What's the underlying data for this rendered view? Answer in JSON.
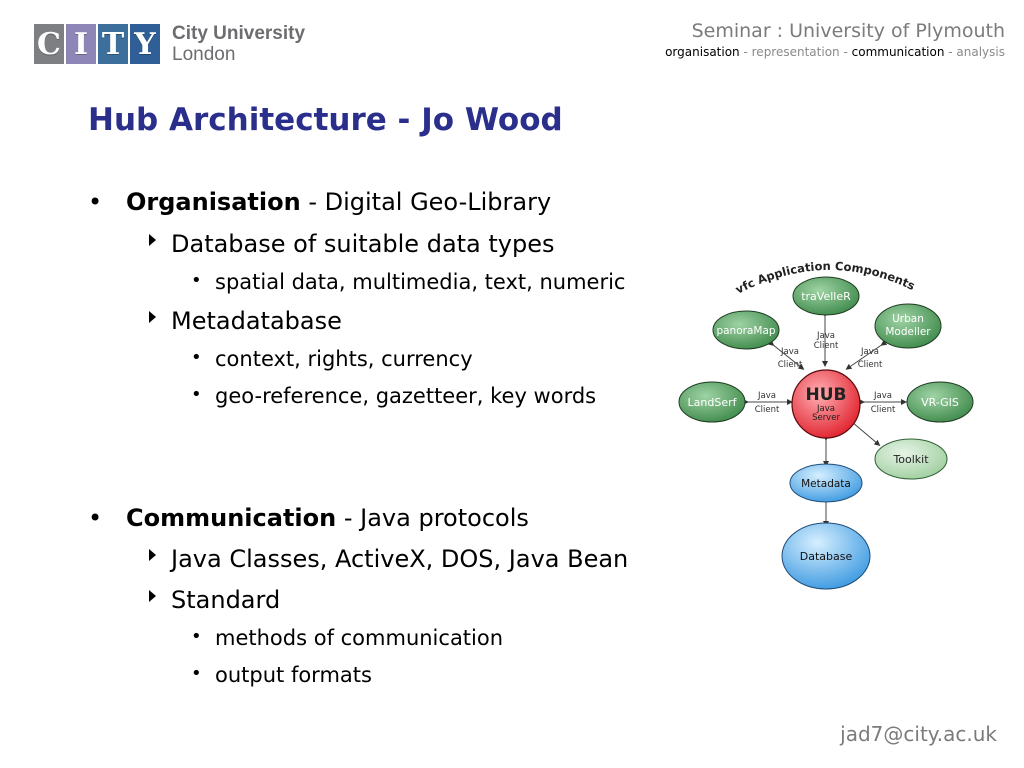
{
  "logo": {
    "tiles": [
      "C",
      "I",
      "T",
      "Y"
    ],
    "line1": "City University",
    "line2": "London"
  },
  "header": {
    "title": "Seminar : University of Plymouth",
    "sub": [
      "organisation",
      " - ",
      "representation",
      " - ",
      "communication",
      " - ",
      "analysis"
    ]
  },
  "slide": {
    "title": "Hub Architecture - Jo Wood",
    "b1": {
      "bold": "Organisation",
      "rest": " - Digital Geo-Library"
    },
    "b1_1": "Database of suitable data types",
    "b1_1_1": "spatial data, multimedia, text, numeric",
    "b1_2": "Metadatabase",
    "b1_2_1": "context, rights, currency",
    "b1_2_2": "geo-reference, gazetteer, key words",
    "b2": {
      "bold": "Communication",
      "rest": " - Java protocols"
    },
    "b2_1": "Java Classes, ActiveX, DOS, Java Bean",
    "b2_2": "Standard",
    "b2_2_1": "methods of communication",
    "b2_2_2": "output formats",
    "bullet": "•"
  },
  "diagram": {
    "arc_label": "vfc Application Components",
    "hub": "HUB",
    "hub_sub1": "Java",
    "hub_sub2": "Server",
    "nodes": {
      "traveller": "traVelleR",
      "urban1": "Urban",
      "urban2": "Modeller",
      "panoramap": "panoraMap",
      "landserf": "LandSerf",
      "vrgis": "VR-GIS",
      "toolkit": "Toolkit",
      "metadata": "Metadata",
      "database": "Database"
    },
    "java": "Java",
    "client": "Client",
    "colors": {
      "green": "#3f8a4b",
      "red": "#e8303a",
      "blue": "#4aa6e6"
    }
  },
  "footer": {
    "email": "jad7@city.ac.uk"
  }
}
